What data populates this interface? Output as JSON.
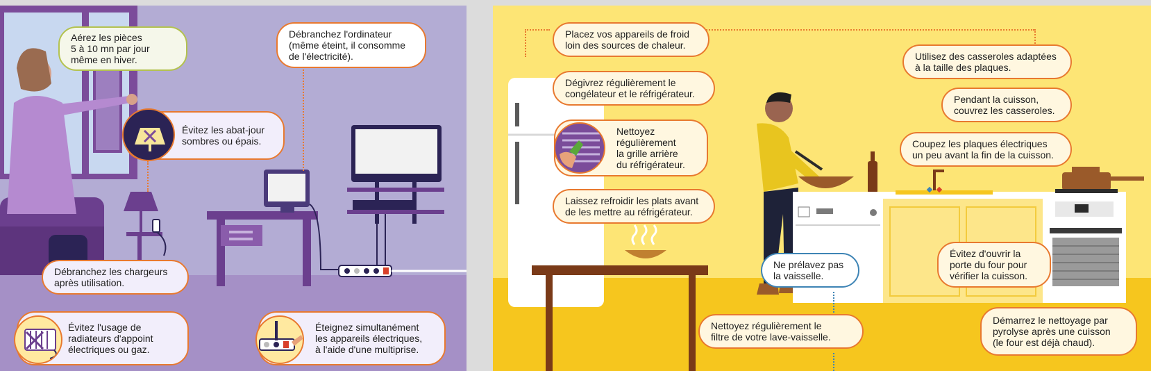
{
  "left": {
    "tips": {
      "air_rooms": "Aérez les pièces\n5 à 10 mn par jour\nmême en hiver.",
      "lampshades": "Évitez les abat-jour\nsombres ou épais.",
      "computer": "Débranchez l'ordinateur\n(même éteint, il consomme\nde l'électricité).",
      "chargers": "Débranchez les chargeurs\naprès utilisation.",
      "heaters": "Évitez l'usage de\nradiateurs d'appoint\nélectriques ou gaz.",
      "power_strip": "Éteignez simultanément\nles appareils électriques,\nà l'aide d'une multiprise."
    }
  },
  "right": {
    "tips": {
      "cold_appliances": "Placez vos appareils de froid\nloin des sources de chaleur.",
      "defrost": "Dégivrez régulièrement le\ncongélateur et le réfrigérateur.",
      "fridge_grille": "Nettoyez\nrégulièrement\nla grille arrière\ndu réfrigérateur.",
      "cool_dishes": "Laissez refroidir les plats avant\nde les mettre au réfrigérateur.",
      "pans_size": "Utilisez des casseroles adaptées\nà la taille des plaques.",
      "cover_pans": "Pendant la cuisson,\ncouvrez les casseroles.",
      "hobs_off": "Coupez les plaques électriques\nun peu avant la fin de la cuisson.",
      "no_prewash": "Ne prélavez pas\nla vaisselle.",
      "oven_door": "Évitez d'ouvrir la\nporte du four pour\nvérifier la cuisson.",
      "dishwasher_filter": "Nettoyez régulièrement le\nfiltre de votre lave-vaisselle.",
      "pyrolysis": "Démarrez le nettoyage par\npyrolyse après une cuisson\n(le four est déjà chaud)."
    }
  },
  "colors": {
    "left_wall": "#b3acd4",
    "left_floor": "#a590c6",
    "right_wall": "#fde575",
    "right_floor": "#f6c61e",
    "bubble_border": "#e8792f",
    "furniture_purple": "#6b3f8e"
  }
}
